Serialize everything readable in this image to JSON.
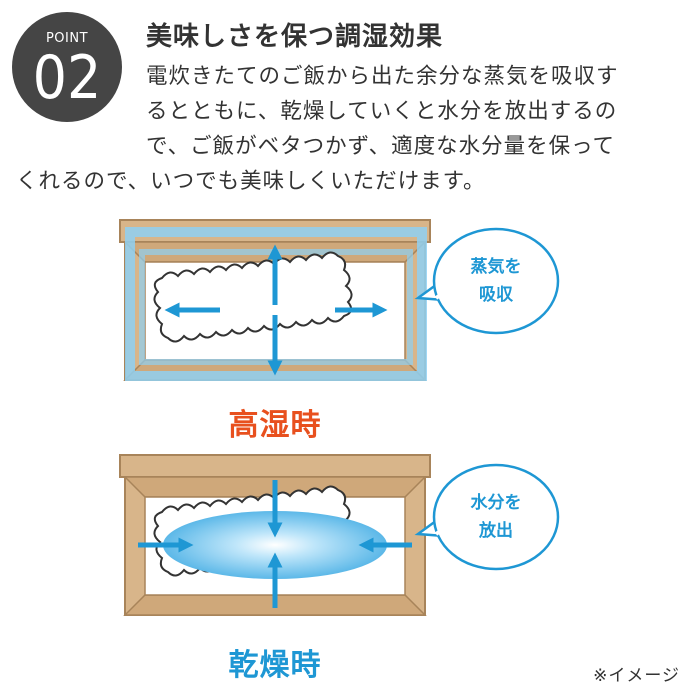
{
  "point": {
    "label": "POINT",
    "number": "02"
  },
  "title": "美味しさを保つ調湿効果",
  "description": [
    "電炊きたてのご飯から出た余分な蒸気を吸収す",
    "るとともに、乾燥していくと水分を放出するの",
    "で、ご飯がベタつかず、適度な水分量を保って",
    "くれるので、いつでも美味しくいただけます。"
  ],
  "panels": [
    {
      "bubble_line1": "蒸気を",
      "bubble_line2": "吸収",
      "state": "高湿時",
      "state_color": "#e8501e"
    },
    {
      "bubble_line1": "水分を",
      "bubble_line2": "放出",
      "state": "乾燥時",
      "state_color": "#1e97d4"
    }
  ],
  "colors": {
    "wood": "#cfa87a",
    "wood_dark": "#a8845a",
    "blue": "#1e97d4",
    "blue_light": "#8fd0f2"
  },
  "note": "※イメージ"
}
